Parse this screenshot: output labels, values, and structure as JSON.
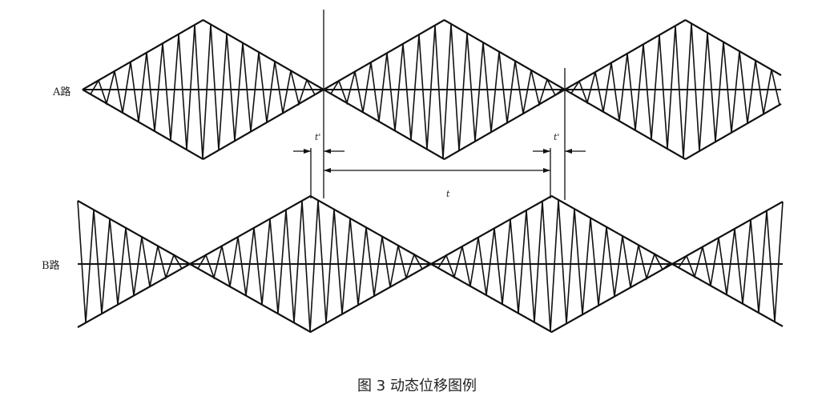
{
  "labels": {
    "channel_a": "A路",
    "channel_b": "B路",
    "t_prime_left": "t'",
    "t_prime_right": "t'",
    "period_t": "t"
  },
  "caption": "图 3 动态位移图例",
  "colors": {
    "stroke": "#111111"
  }
}
